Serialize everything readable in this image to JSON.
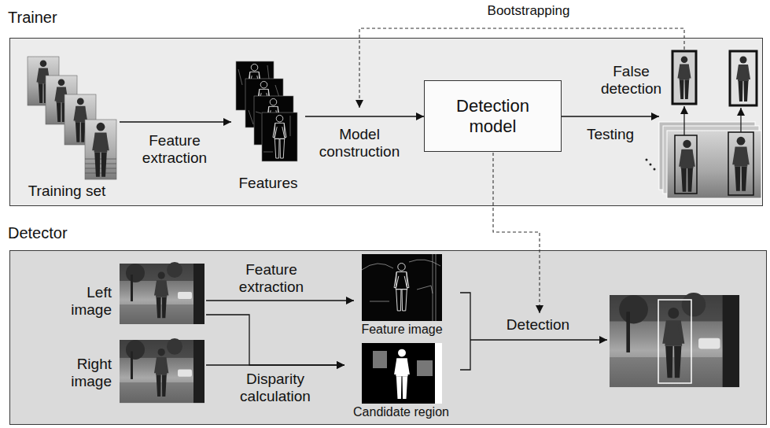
{
  "diagram": {
    "nodes": [
      {
        "text": [
          "Trainer"
        ]
      },
      {
        "text": [
          "Training set"
        ],
        "in": 0
      },
      {
        "text": [
          "Features"
        ],
        "in": 0
      },
      {
        "text": [
          "Detection model"
        ],
        "in": 0
      },
      {
        "text": [
          "False detection"
        ],
        "in": 0
      },
      {
        "text": [
          "Detector"
        ]
      },
      {
        "text": [
          "Left image"
        ],
        "in": 5
      },
      {
        "text": [
          "Right image"
        ],
        "in": 5
      },
      {
        "text": [
          "Feature image"
        ],
        "in": 5
      },
      {
        "text": [
          "Candidate region"
        ],
        "in": 5
      }
    ],
    "edges": [
      {
        "from": 1,
        "to": 2,
        "arrow": "to",
        "label": "Feature extraction"
      },
      {
        "from": 2,
        "to": 3,
        "arrow": "to",
        "label": "Model construction"
      },
      {
        "from": 3,
        "to": 4,
        "arrow": "to",
        "label": "Testing"
      },
      {
        "from": 6,
        "to": 8,
        "arrow": "to",
        "label": "Feature extraction"
      },
      {
        "from": 6,
        "to": 9,
        "arrow": "to"
      },
      {
        "from": 7,
        "to": 9,
        "arrow": "to",
        "label": "Disparity calculation"
      }
    ],
    "labels": [
      "Bootstrapping",
      "Detection"
    ]
  }
}
